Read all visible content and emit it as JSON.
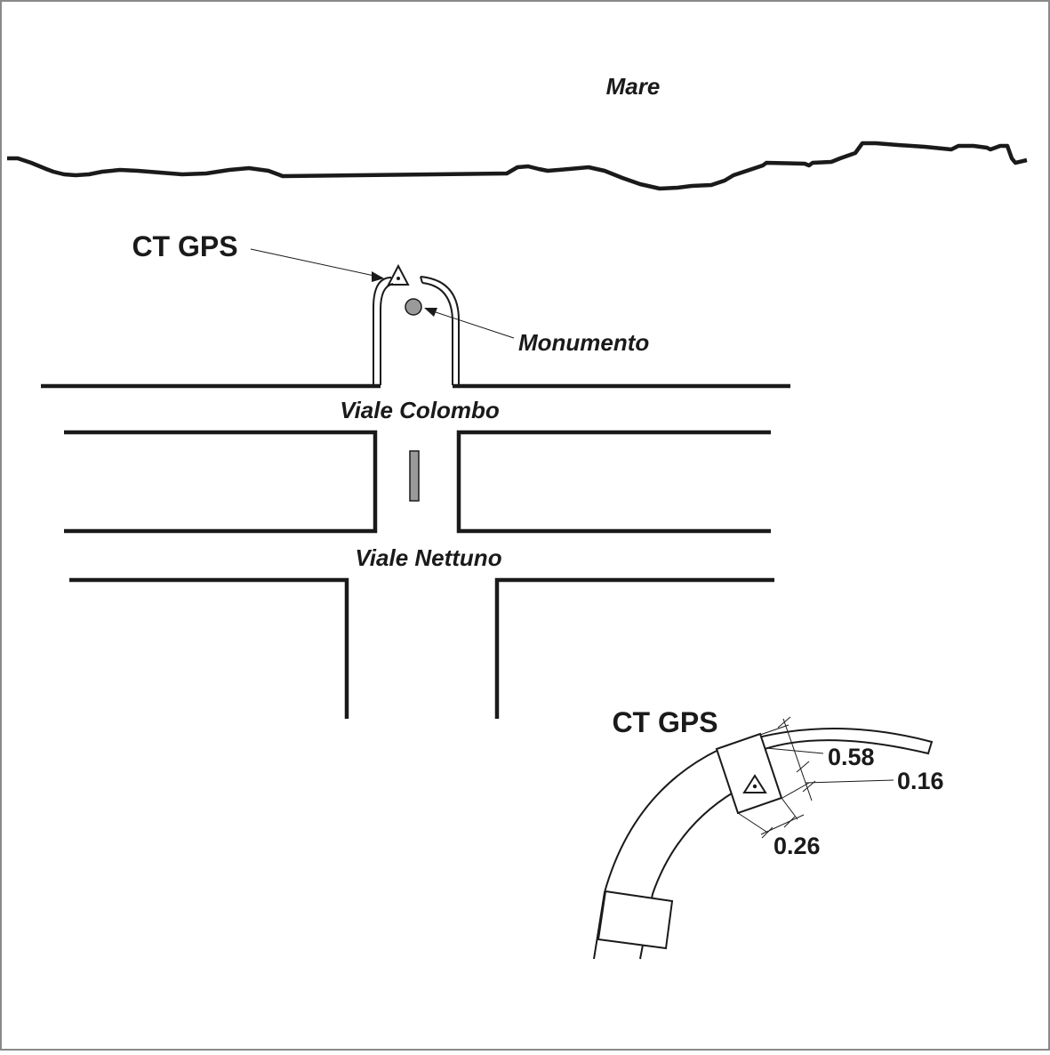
{
  "labels": {
    "sea": "Mare",
    "station_main": "CT GPS",
    "monument": "Monumento",
    "street_1": "Viale Colombo",
    "street_2": "Viale Nettuno",
    "station_detail": "CT GPS"
  },
  "dimensions": {
    "d1": "0.58",
    "d2": "0.16",
    "d3": "0.26"
  },
  "icons": {
    "station_marker": "triangle-with-dot-icon",
    "monument_marker": "filled-circle-icon",
    "median_marker": "rectangle-icon"
  }
}
